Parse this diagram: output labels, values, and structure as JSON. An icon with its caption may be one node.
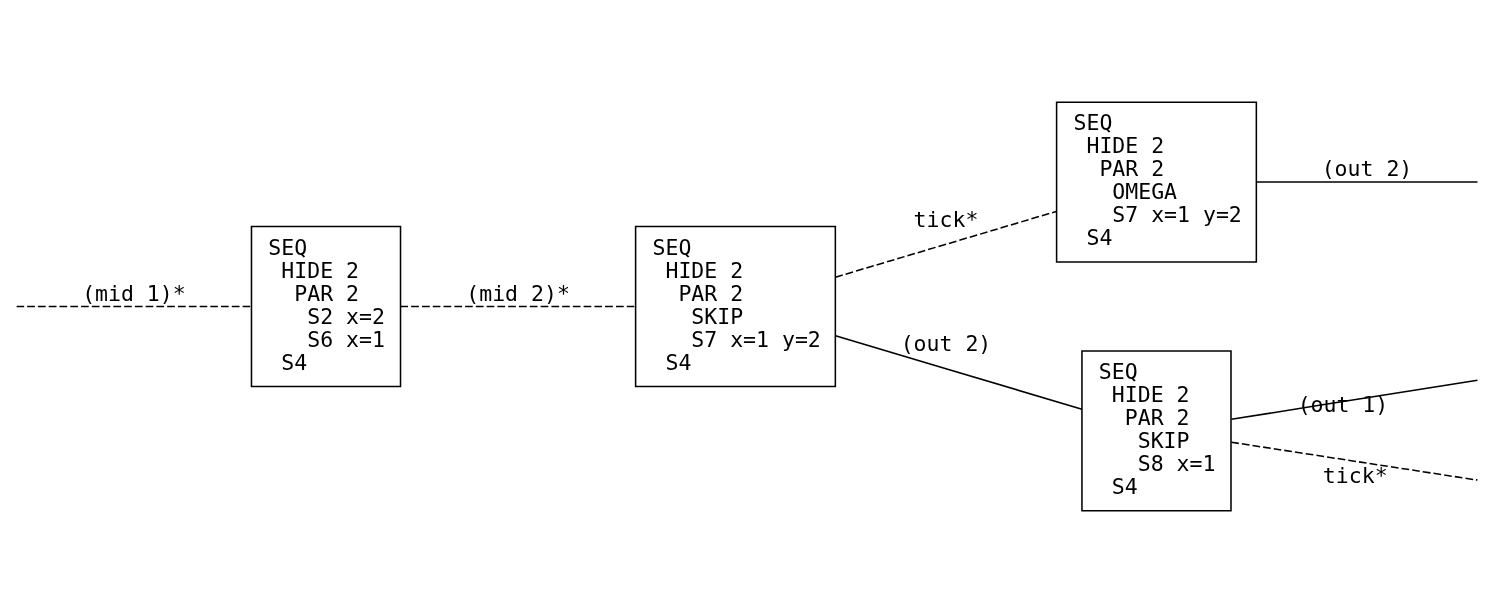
{
  "diagram": {
    "nodes": [
      {
        "text": [
          "SEQ",
          "HIDE 2",
          "PAR 2",
          "S2 x=2",
          "S6 x=1",
          "S4"
        ]
      },
      {
        "text": [
          "SEQ",
          "HIDE 2",
          "PAR 2",
          "SKIP",
          "S7 x=1 y=2",
          "S4"
        ]
      },
      {
        "text": [
          "SEQ",
          "HIDE 2",
          "PAR 2",
          "OMEGA",
          "S7 x=1 y=2",
          "S4"
        ]
      },
      {
        "text": [
          "SEQ",
          "HIDE 2",
          "PAR 2",
          "SKIP",
          "S8 x=1",
          "S4"
        ]
      }
    ],
    "edges": [
      {
        "from": null,
        "to": 0,
        "arrow": "none",
        "label": "(mid 1)*",
        "style": "dashed"
      },
      {
        "from": 0,
        "to": 1,
        "arrow": "none",
        "label": "(mid 2)*",
        "style": "dashed"
      },
      {
        "from": 1,
        "to": 2,
        "arrow": "none",
        "label": "tick*",
        "style": "dashed"
      },
      {
        "from": 1,
        "to": 3,
        "arrow": "none",
        "label": "(out 2)"
      },
      {
        "from": 2,
        "to": null,
        "arrow": "none",
        "label": "(out 2)"
      },
      {
        "from": 3,
        "to": null,
        "arrow": "none",
        "label": "(out 1)"
      },
      {
        "from": 3,
        "to": null,
        "arrow": "none",
        "label": "tick*",
        "style": "dashed"
      }
    ]
  }
}
